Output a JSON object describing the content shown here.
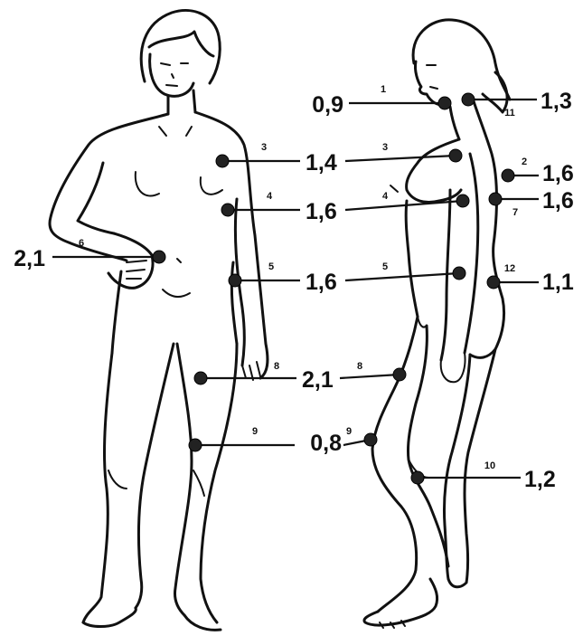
{
  "measurements": [
    {
      "id": "front-3",
      "number": "3",
      "value": "1,4"
    },
    {
      "id": "front-4",
      "number": "4",
      "value": "1,6"
    },
    {
      "id": "front-6",
      "number": "6",
      "value": "2,1"
    },
    {
      "id": "front-5",
      "number": "5",
      "value": "1,6"
    },
    {
      "id": "front-8",
      "number": "8",
      "value": "2,1"
    },
    {
      "id": "front-9",
      "number": "9",
      "value": "0,8"
    },
    {
      "id": "side-1",
      "number": "1",
      "value": "0,9"
    },
    {
      "id": "side-11",
      "number": "11",
      "value": "1,3"
    },
    {
      "id": "side-2",
      "number": "2",
      "value": "1,6"
    },
    {
      "id": "side-7",
      "number": "7",
      "value": "1,6"
    },
    {
      "id": "side-12",
      "number": "12",
      "value": "1,1"
    },
    {
      "id": "side-10",
      "number": "10",
      "value": "1,2"
    }
  ],
  "colors": {
    "ink": "#111111",
    "background": "#ffffff"
  }
}
